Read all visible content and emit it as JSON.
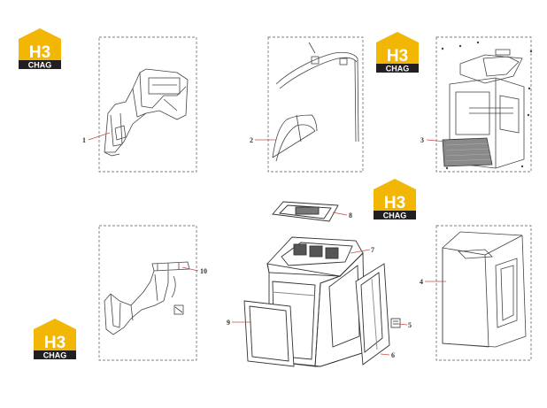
{
  "logos": [
    {
      "id": "logo-top-left",
      "letters": "H3",
      "brand": "CHAG"
    },
    {
      "id": "logo-top-middle",
      "letters": "H3",
      "brand": "CHAG"
    },
    {
      "id": "logo-center",
      "letters": "H3",
      "brand": "CHAG"
    },
    {
      "id": "logo-bottom-left",
      "letters": "H3",
      "brand": "CHAG"
    }
  ],
  "callouts": [
    "1",
    "2",
    "3",
    "4",
    "5",
    "6",
    "7",
    "8",
    "9",
    "10"
  ],
  "colors": {
    "logo_yellow": "#f2b705",
    "logo_dark": "#231f20",
    "line": "#444444",
    "leader": "#c0504d",
    "frame": "#555555"
  }
}
